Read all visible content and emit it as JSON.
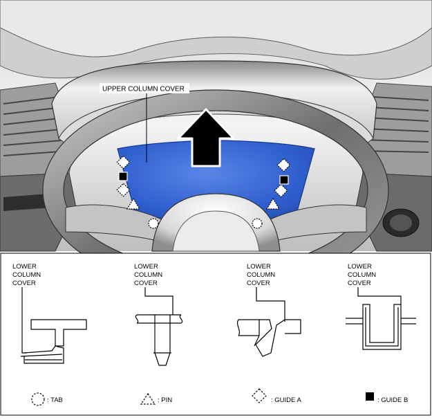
{
  "callout": {
    "upper_column_cover": "UPPER COLUMN COVER"
  },
  "details": [
    {
      "label": [
        "LOWER",
        "COLUMN",
        "COVER"
      ]
    },
    {
      "label": [
        "LOWER",
        "COLUMN",
        "COVER"
      ]
    },
    {
      "label": [
        "LOWER",
        "COLUMN",
        "COVER"
      ]
    },
    {
      "label": [
        "LOWER",
        "COLUMN",
        "COVER"
      ]
    }
  ],
  "legend": {
    "tab": ": TAB",
    "pin": ": PIN",
    "guide_a": ": GUIDE A",
    "guide_b": ": GUIDE B"
  },
  "colors": {
    "cover_fill": "#2f5fcf",
    "cover_highlight": "#5a86e6",
    "line": "#000000",
    "metal_light": "#f2f2f2",
    "metal_mid": "#b9b9b9",
    "metal_dark": "#5a5a5a",
    "wheel": "#3a3a3a"
  }
}
